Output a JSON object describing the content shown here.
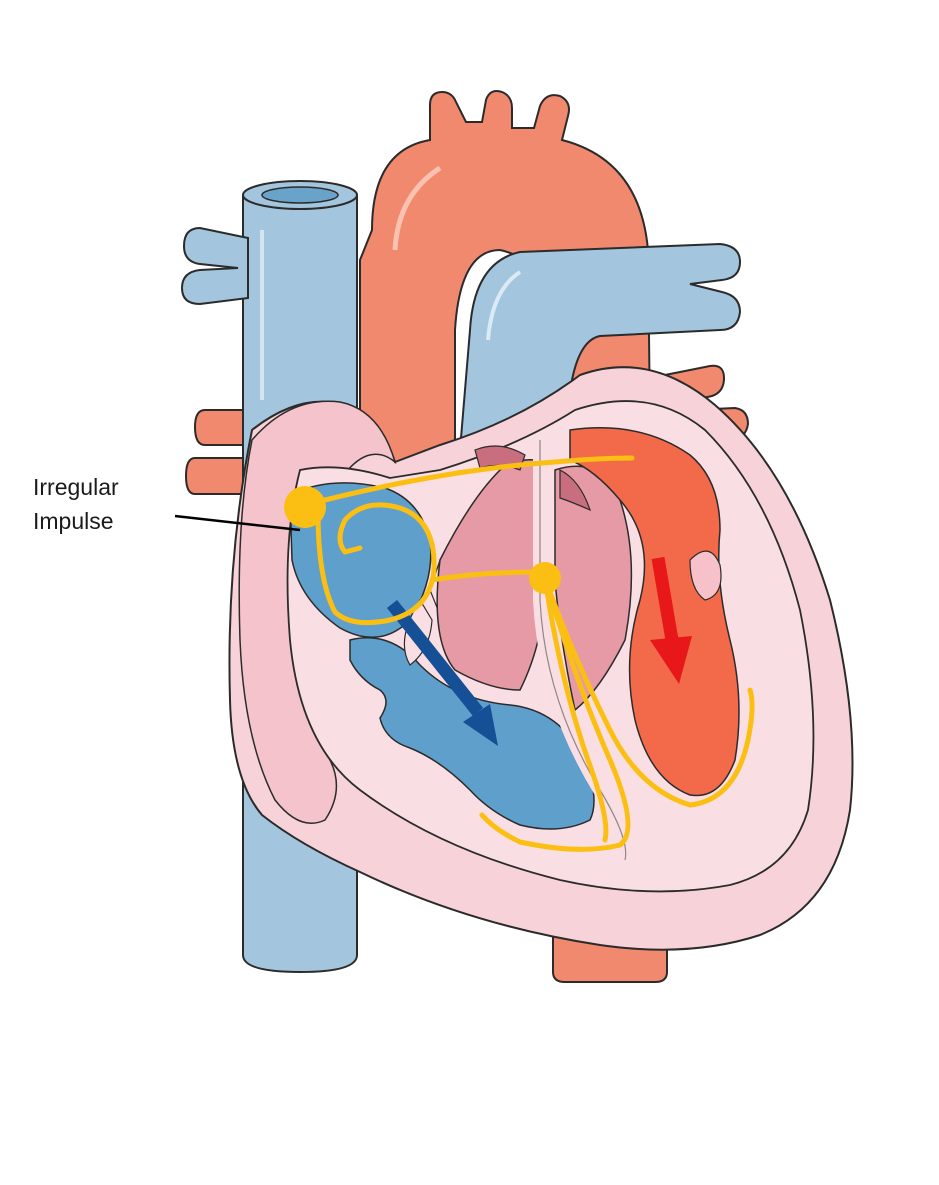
{
  "callout": {
    "line1": "Irregular",
    "line2": "Impulse"
  },
  "colors": {
    "deoxygenated_blue": "#a3c6de",
    "chamber_blue": "#5f9fcc",
    "arrow_blue": "#154f95",
    "aorta_salmon": "#f0896d",
    "chamber_red": "#f26a4a",
    "arrow_red": "#e8171a",
    "myocardium_pink": "#f7d3d9",
    "septum_pink": "#e59aa6",
    "conduction_yellow": "#fbbf14",
    "outline": "#2b2b2b"
  },
  "icons": {
    "sa_node": "yellow-dot",
    "av_node": "yellow-dot",
    "flow_arrow_right": "blue-arrow",
    "flow_arrow_left": "red-arrow"
  }
}
